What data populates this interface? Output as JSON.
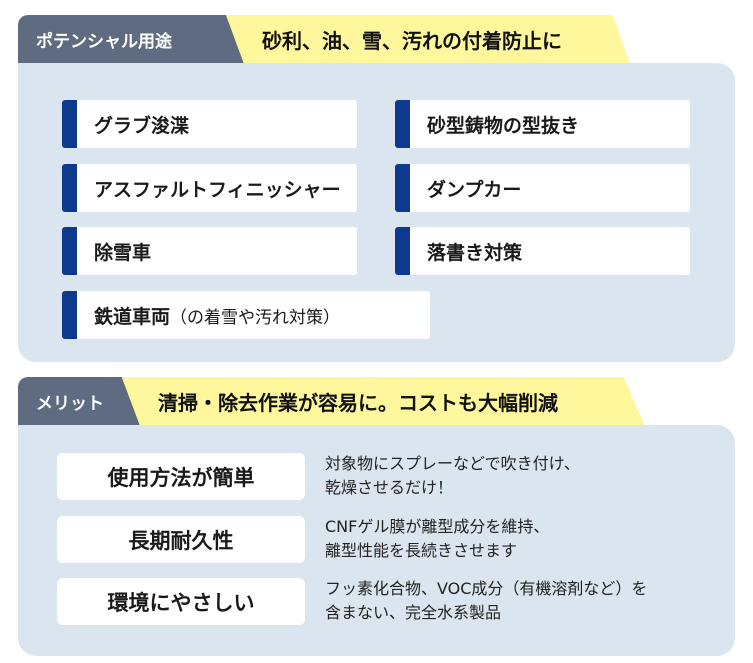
{
  "potential": {
    "tab": "ポテンシャル用途",
    "headline": "砂利、油、雪、汚れの付着防止に",
    "items": [
      {
        "label": "グラブ浚渫"
      },
      {
        "label": "砂型鋳物の型抜き"
      },
      {
        "label": "アスファルトフィニッシャー"
      },
      {
        "label": "ダンプカー"
      },
      {
        "label": "除雪車"
      },
      {
        "label": "落書き対策"
      },
      {
        "label": "鉄道車両",
        "note": "（の着雪や汚れ対策）"
      }
    ]
  },
  "merit": {
    "tab": "メリット",
    "headline": "清掃・除去作業が容易に。コストも大幅削減",
    "items": [
      {
        "label": "使用方法が簡単",
        "line1": "対象物にスプレーなどで吹き付け、",
        "line2": "乾燥させるだけ！"
      },
      {
        "label": "長期耐久性",
        "line1": "CNFゲル膜が離型成分を維持、",
        "line2": "離型性能を長続きさせます"
      },
      {
        "label": "環境にやさしい",
        "line1": "フッ素化合物、VOC成分（有機溶剤など）を",
        "line2": "含まない、完全水系製品"
      }
    ]
  },
  "colors": {
    "tab": "#5e6b80",
    "headline_bg": "#fff79c",
    "panel": "#dae5ef",
    "accent": "#0e3a8e"
  }
}
